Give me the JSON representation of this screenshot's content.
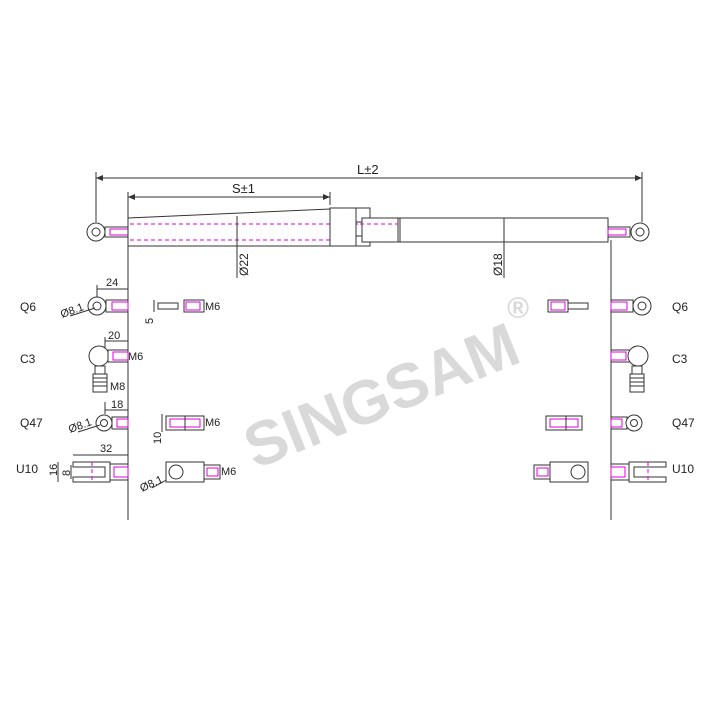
{
  "watermark": {
    "text": "SINGSAM",
    "registered": "®",
    "color": "#d9d9d9"
  },
  "accent_color": "#e000e0",
  "line_color": "#333333",
  "main": {
    "length_label": "L±2",
    "stroke_label": "S±1",
    "cylinder_diameter": "Ø22",
    "rod_diameter": "Ø18"
  },
  "left_fittings": {
    "q6": {
      "code": "Q6",
      "eye_dia": "Ø8.1",
      "length": "24",
      "thread": "M6",
      "thickness": "5"
    },
    "c3": {
      "code": "C3",
      "length": "20",
      "thread": "M6",
      "stud_thread": "M8"
    },
    "q47": {
      "code": "Q47",
      "eye_dia": "Ø8.1",
      "length": "18",
      "thread": "M6",
      "thickness": "10"
    },
    "u10": {
      "code": "U10",
      "length": "32",
      "width": "16",
      "slot": "8",
      "eye_dia": "Ø8.1",
      "thread": "M6"
    }
  },
  "right_fittings": {
    "q6": {
      "code": "Q6"
    },
    "c3": {
      "code": "C3"
    },
    "q47": {
      "code": "Q47"
    },
    "u10": {
      "code": "U10"
    }
  }
}
